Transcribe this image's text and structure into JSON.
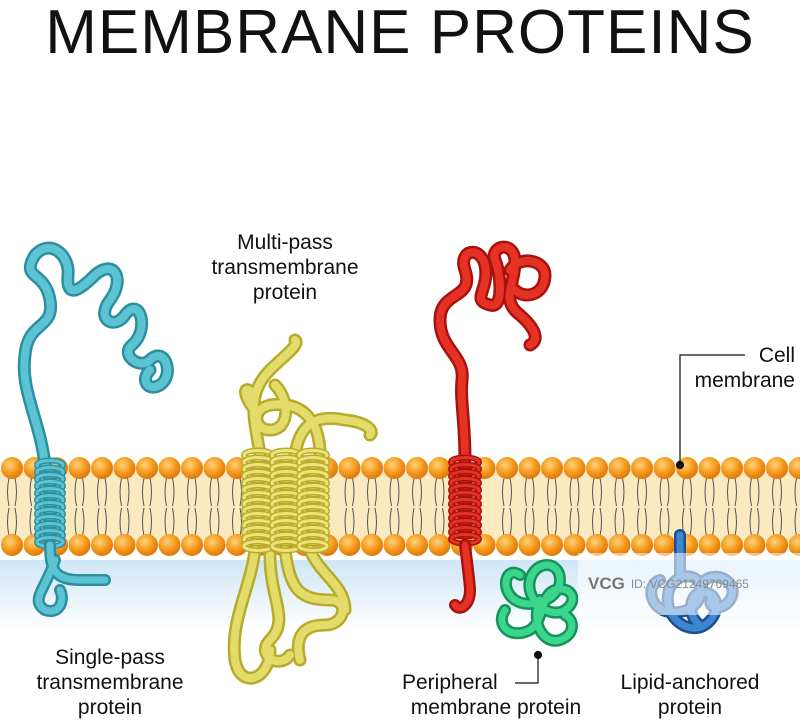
{
  "title": "MEMBRANE PROTEINS",
  "labels": {
    "multi_pass_1": "Multi-pass",
    "multi_pass_2": "transmembrane",
    "multi_pass_3": "protein",
    "cell_1": "Cell",
    "cell_2": "membrane",
    "single_pass_1": "Single-pass",
    "single_pass_2": "transmembrane",
    "single_pass_3": "protein",
    "peripheral_1": "Peripheral",
    "peripheral_2": "membrane protein",
    "lipid_1": "Lipid-anchored",
    "lipid_2": "protein"
  },
  "watermark": {
    "logo": "VCG",
    "id": "ID: VCG21249769465"
  },
  "colors": {
    "single_pass": "#4ab3c3",
    "multi_pass": "#dcd24f",
    "red_protein": "#d9211b",
    "peripheral": "#22c77a",
    "lipid_anchored": "#2f6fb8",
    "lipid_head": "#f39a1e",
    "membrane_core": "#fbe7b8",
    "cytoplasm": "#d6ebf8"
  }
}
